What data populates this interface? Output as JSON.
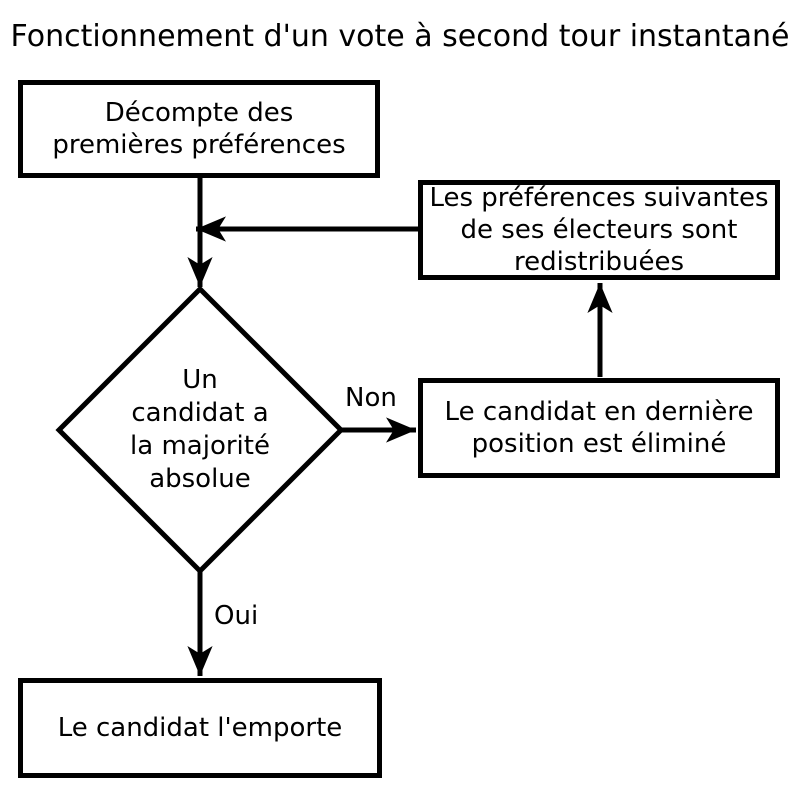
{
  "title": "Fonctionnement d'un vote à second tour instantané",
  "nodes": {
    "count_first": "Décompte des\npremières préférences",
    "redistribute": "Les préférences suivantes\nde ses électeurs sont\nredistribuées",
    "decision": "Un\ncandidat a\nla majorité\nabsolue",
    "eliminate": "Le candidat en dernière\nposition est éliminé",
    "winner": "Le candidat l'emporte"
  },
  "edge_labels": {
    "no": "Non",
    "yes": "Oui"
  },
  "colors": {
    "line": "#000000",
    "text": "#000000",
    "background": "#ffffff"
  }
}
